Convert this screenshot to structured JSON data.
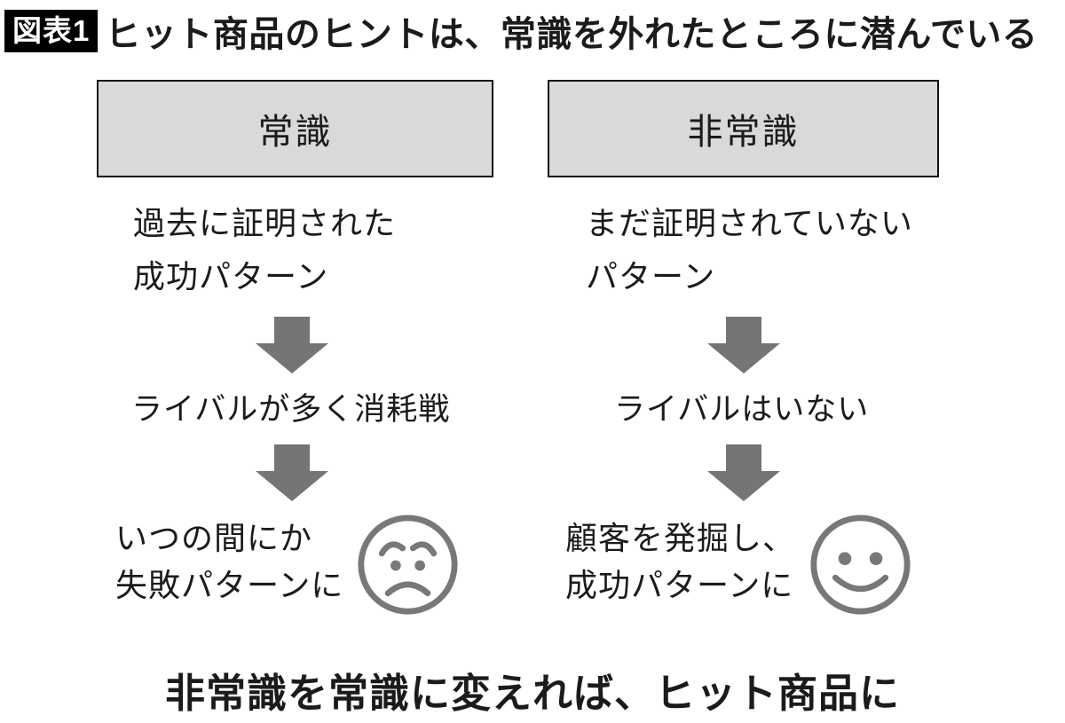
{
  "figure": {
    "badge": "図表1",
    "title": "ヒット商品のヒントは、常識を外れたところに潜んでいる",
    "conclusion": "非常識を常識に変えれば、ヒット商品に",
    "columns": [
      {
        "id": "common-sense",
        "header": "常識",
        "step1": "過去に証明された\n成功パターン",
        "step2": "ライバルが多く消耗戦",
        "step3": "いつの間にか\n失敗パターンに",
        "face_icon": "sad-face"
      },
      {
        "id": "unconventional",
        "header": "非常識",
        "step1": "まだ証明されていない\nパターン",
        "step2": "ライバルはいない",
        "step3": "顧客を発掘し、\n成功パターンに",
        "face_icon": "happy-face"
      }
    ],
    "icons": [
      "down-arrow",
      "sad-face",
      "happy-face"
    ],
    "colors": {
      "arrow_gray": "#757575",
      "face_gray": "#787878",
      "header_box_fill": "#d9d9d9",
      "header_box_border": "#111111",
      "badge_background": "#000000",
      "badge_text": "#ffffff",
      "text": "#1b1b1b",
      "background": "#ffffff"
    }
  }
}
